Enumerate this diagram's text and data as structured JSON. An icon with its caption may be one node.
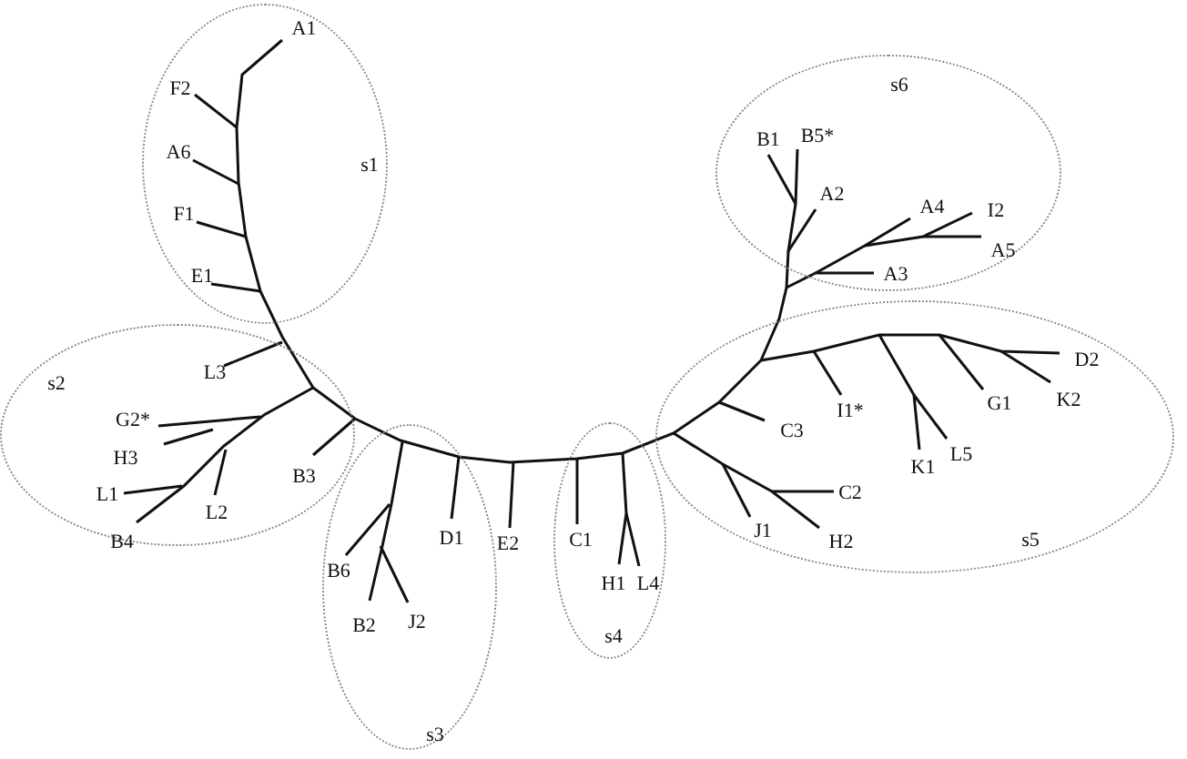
{
  "diagram": {
    "nodes": [
      {
        "text": [
          "s1",
          "A1",
          "F2",
          "A6",
          "F1",
          "E1"
        ]
      },
      {
        "text": [
          "s2",
          "L3",
          "G2*",
          "H3",
          "L1",
          "L2",
          "B4",
          "B3"
        ]
      },
      {
        "text": [
          "s3",
          "B6",
          "D1",
          "E2",
          "B2",
          "J2"
        ]
      },
      {
        "text": [
          "s4",
          "C1",
          "H1",
          "L4"
        ]
      },
      {
        "text": [
          "s5",
          "C3",
          "I1*",
          "G1",
          "K2",
          "D2",
          "K1",
          "L5",
          "C2",
          "J1",
          "H2"
        ]
      },
      {
        "text": [
          "s6",
          "B1",
          "B5*",
          "A2",
          "A4",
          "I2",
          "A5",
          "A3"
        ]
      }
    ]
  }
}
